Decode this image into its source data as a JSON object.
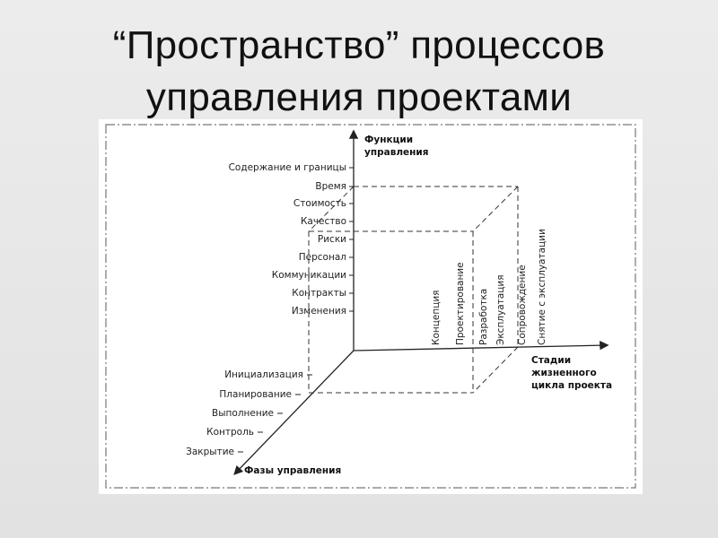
{
  "slide": {
    "title_line1": "“Пространство” процессов",
    "title_line2": "управления проектами"
  },
  "diagram": {
    "y_axis": {
      "title_line1": "Функции",
      "title_line2": "управления",
      "items": [
        "Содержание и границы",
        "Время",
        "Стоимость",
        "Качество",
        "Риски",
        "Персонал",
        "Коммуникации",
        "Контракты",
        "Изменения"
      ]
    },
    "x_axis": {
      "title_line1": "Стадии",
      "title_line2": "жизненного",
      "title_line3": "цикла проекта",
      "items": [
        "Концепция",
        "Проектирование",
        "Разработка",
        "Эксплуатация",
        "Сопровождение",
        "Снятие с эксплуатации"
      ]
    },
    "z_axis": {
      "title": "Фазы управления",
      "items": [
        "Инициализация",
        "Планирование",
        "Выполнение",
        "Контроль",
        "Закрытие"
      ]
    }
  }
}
